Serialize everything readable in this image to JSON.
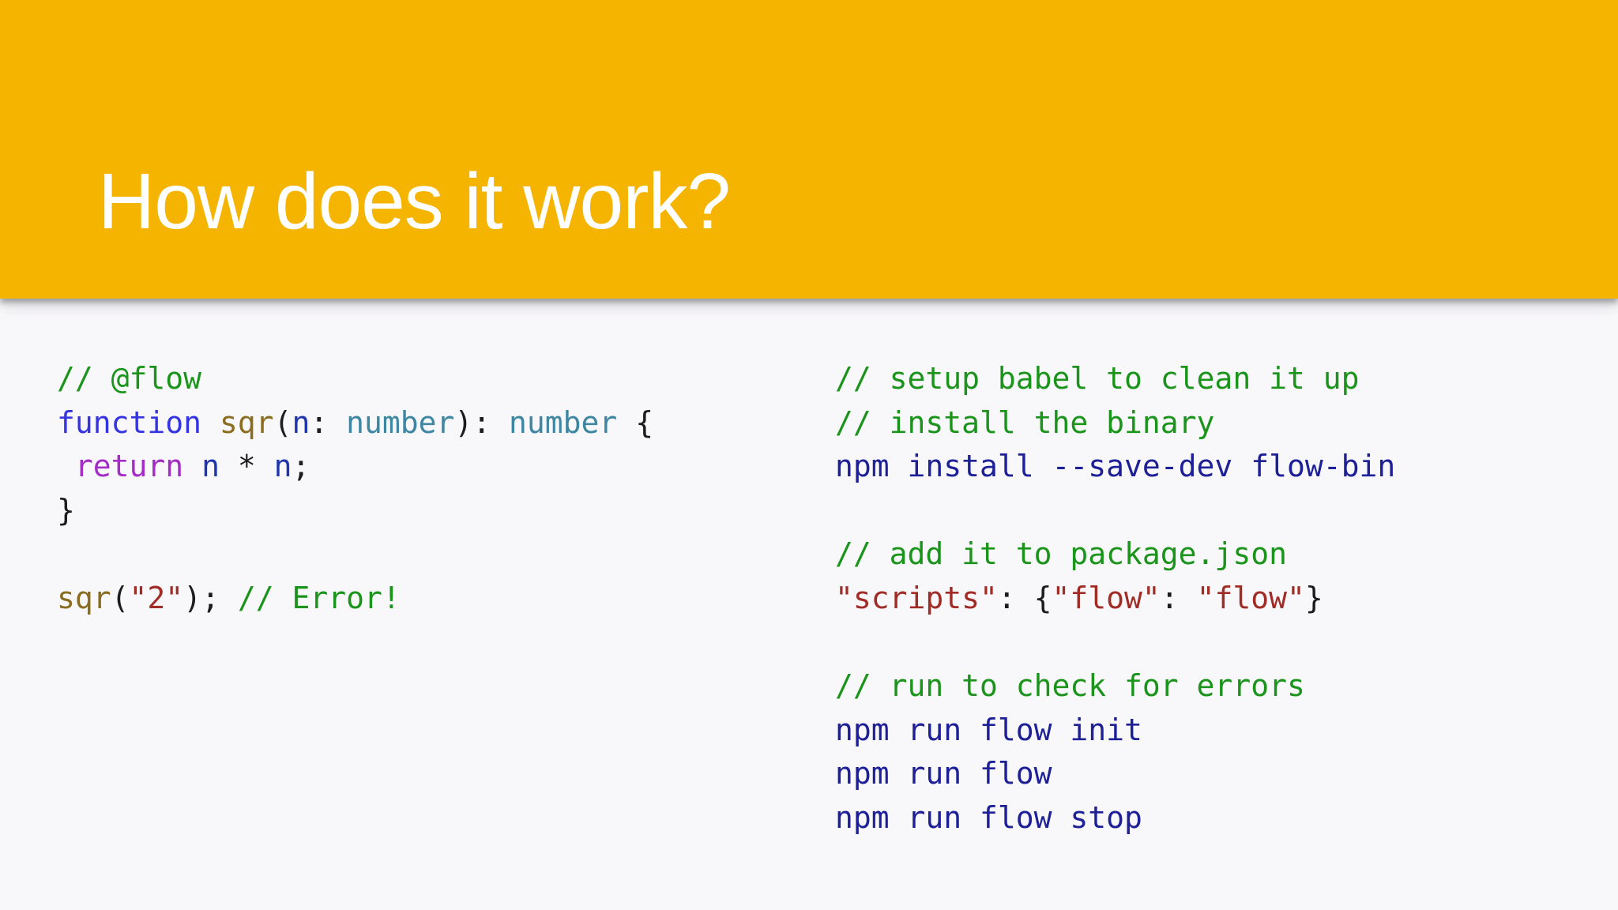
{
  "slide": {
    "title": "How does it work?"
  },
  "colors": {
    "header_bg": "#F4B400",
    "title_text": "#FFFFFF",
    "body_bg": "#F8F7FA",
    "tokens": {
      "comment": "#1B941B",
      "keyword": "#3434E0",
      "fname": "#8A6D1E",
      "var": "#1F35AE",
      "type": "#3D87A3",
      "ret": "#A62CC8",
      "string": "#A12B25",
      "command": "#1E2097",
      "plain": "#1C1C1C"
    }
  },
  "code_left": {
    "lines": [
      [
        {
          "t": "// @flow",
          "c": "comment"
        }
      ],
      [
        {
          "t": "function",
          "c": "keyword"
        },
        {
          "t": " ",
          "c": "plain"
        },
        {
          "t": "sqr",
          "c": "fname"
        },
        {
          "t": "(",
          "c": "plain"
        },
        {
          "t": "n",
          "c": "var"
        },
        {
          "t": ": ",
          "c": "plain"
        },
        {
          "t": "number",
          "c": "type"
        },
        {
          "t": ")",
          "c": "plain"
        },
        {
          "t": ": ",
          "c": "plain"
        },
        {
          "t": "number",
          "c": "type"
        },
        {
          "t": " {",
          "c": "plain"
        }
      ],
      [
        {
          "t": " ",
          "c": "plain"
        },
        {
          "t": "return",
          "c": "ret"
        },
        {
          "t": " ",
          "c": "plain"
        },
        {
          "t": "n",
          "c": "var"
        },
        {
          "t": " * ",
          "c": "plain"
        },
        {
          "t": "n",
          "c": "var"
        },
        {
          "t": ";",
          "c": "plain"
        }
      ],
      [
        {
          "t": "}",
          "c": "plain"
        }
      ],
      [],
      [
        {
          "t": "sqr",
          "c": "fname"
        },
        {
          "t": "(",
          "c": "plain"
        },
        {
          "t": "\"2\"",
          "c": "string"
        },
        {
          "t": "); ",
          "c": "plain"
        },
        {
          "t": "// Error!",
          "c": "comment"
        }
      ]
    ]
  },
  "code_right": {
    "lines": [
      [
        {
          "t": "// setup babel to clean it up",
          "c": "comment"
        }
      ],
      [
        {
          "t": "// install the binary",
          "c": "comment"
        }
      ],
      [
        {
          "t": "npm install --save-dev flow-bin",
          "c": "command"
        }
      ],
      [],
      [
        {
          "t": "// add it to package.json",
          "c": "comment"
        }
      ],
      [
        {
          "t": "\"scripts\"",
          "c": "string"
        },
        {
          "t": ": {",
          "c": "plain"
        },
        {
          "t": "\"flow\"",
          "c": "string"
        },
        {
          "t": ": ",
          "c": "plain"
        },
        {
          "t": "\"flow\"",
          "c": "string"
        },
        {
          "t": "}",
          "c": "plain"
        }
      ],
      [],
      [
        {
          "t": "// run to check for errors",
          "c": "comment"
        }
      ],
      [
        {
          "t": "npm run flow init",
          "c": "command"
        }
      ],
      [
        {
          "t": "npm run flow",
          "c": "command"
        }
      ],
      [
        {
          "t": "npm run flow stop",
          "c": "command"
        }
      ]
    ]
  }
}
